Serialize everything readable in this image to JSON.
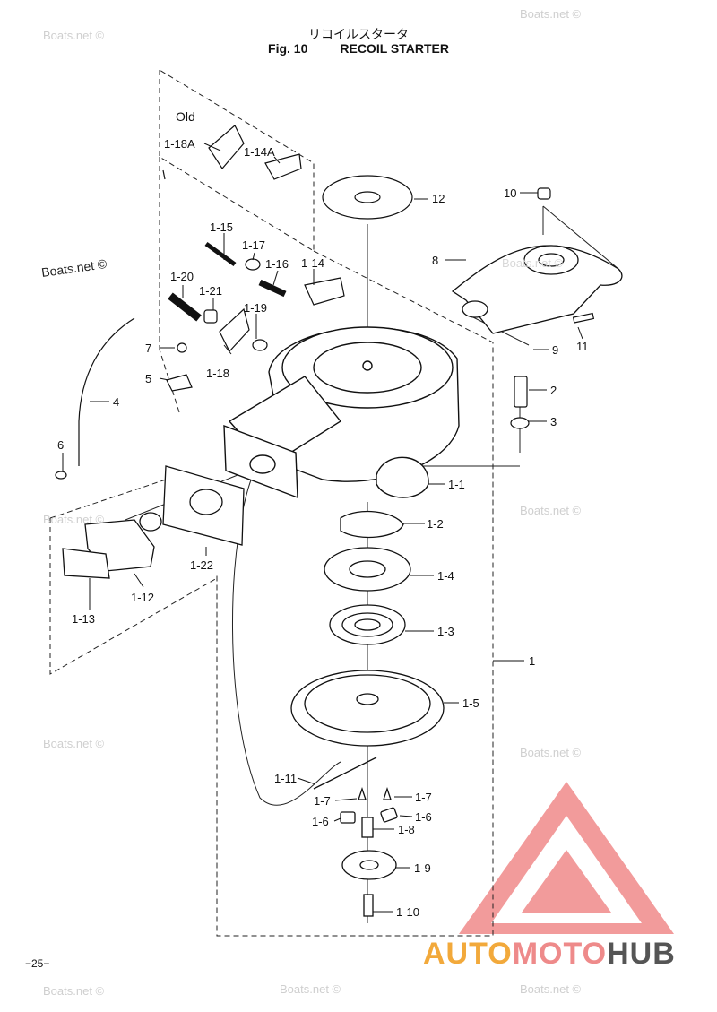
{
  "title": {
    "jp": "リコイルスタータ",
    "fig": "Fig. 10",
    "name": "RECOIL STARTER"
  },
  "old_label": "Old",
  "page_number": "−25−",
  "watermark": "Boats.net ©",
  "watermark_big": "Boats.net ©",
  "logo": {
    "part1": "AUTO",
    "part2": "MOTO",
    "part3": "HUB"
  },
  "labels": {
    "p1_18A": "1-18A",
    "p1_14A": "1-14A",
    "p12": "12",
    "p10": "10",
    "p8": "8",
    "p1_15": "1-15",
    "p1_17": "1-17",
    "p1_16": "1-16",
    "p1_14": "1-14",
    "p1_20": "1-20",
    "p1_21": "1-21",
    "p1_19": "1-19",
    "p7": "7",
    "p5": "5",
    "p1_18": "1-18",
    "p4": "4",
    "p9": "9",
    "p11": "11",
    "p2": "2",
    "p3": "3",
    "p6": "6",
    "p1_1": "1-1",
    "p1_2": "1-2",
    "p1_22": "1-22",
    "p1_4": "1-4",
    "p1_12": "1-12",
    "p1_13": "1-13",
    "p1_3": "1-3",
    "p1": "1",
    "p1_5": "1-5",
    "p1_11": "1-11",
    "p1_7a": "1-7",
    "p1_7b": "1-7",
    "p1_6a": "1-6",
    "p1_6b": "1-6",
    "p1_8": "1-8",
    "p1_9": "1-9",
    "p1_10": "1-10"
  }
}
